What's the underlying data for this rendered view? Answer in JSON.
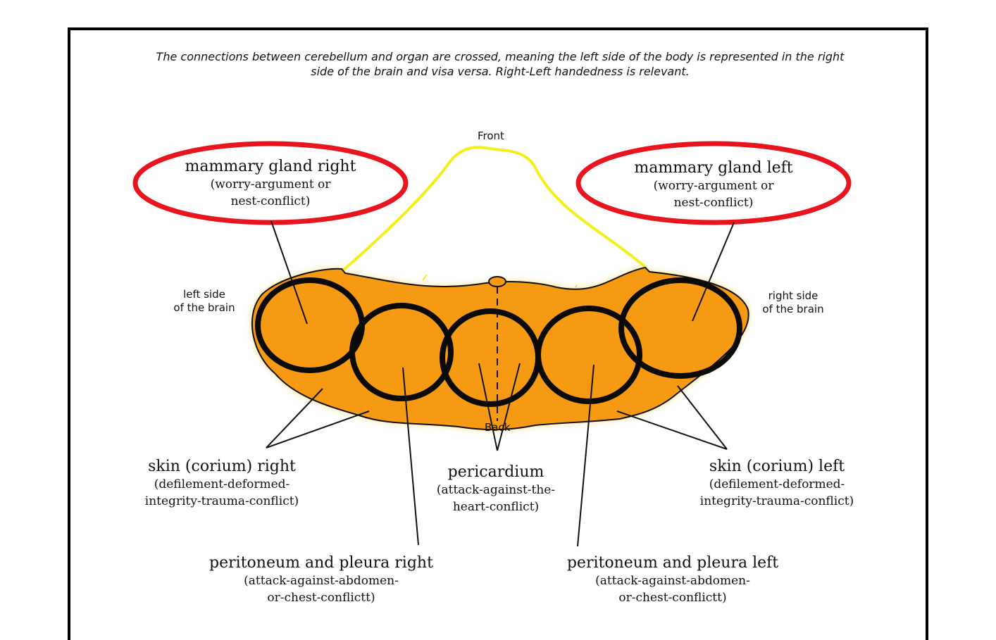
{
  "caption": {
    "line1": "The connections between cerebellum and organ are crossed, meaning the left side of the body is represented in the right",
    "line2": "side of the brain and visa versa. Right-Left handedness is relevant."
  },
  "orientation": {
    "front": "Front",
    "back": "Back",
    "left_side_line1": "left side",
    "left_side_line2": "of the brain",
    "right_side_line1": "right side",
    "right_side_line2": "of the brain"
  },
  "labels": {
    "mammary_right": {
      "title": "mammary gland right",
      "sub1": "(worry-argument or",
      "sub2": "nest-conflict)"
    },
    "mammary_left": {
      "title": "mammary gland left",
      "sub1": "(worry-argument or",
      "sub2": "nest-conflict)"
    },
    "skin_right": {
      "title": "skin (corium) right",
      "sub1": "(defilement-deformed-",
      "sub2": "integrity-trauma-conflict)"
    },
    "skin_left": {
      "title": "skin (corium) left",
      "sub1": "(defilement-deformed-",
      "sub2": "integrity-trauma-conflict)"
    },
    "pericardium": {
      "title": "pericardium",
      "sub1": "(attack-against-the-",
      "sub2": "heart-conflict)"
    },
    "peritoneum_right": {
      "title": "peritoneum and pleura right",
      "sub1": "(attack-against-abdomen-",
      "sub2": "or-chest-conflictt)"
    },
    "peritoneum_left": {
      "title": "peritoneum and pleura left",
      "sub1": "(attack-against-abdomen-",
      "sub2": "or-chest-conflictt)"
    }
  },
  "colors": {
    "cerebellum_fill": "#f59a12",
    "cerebellum_glow": "#f5d76a",
    "front_outline": "#f2ef1a",
    "highlight_ellipse": "#e8141e",
    "ring": "#0a0a0a"
  }
}
